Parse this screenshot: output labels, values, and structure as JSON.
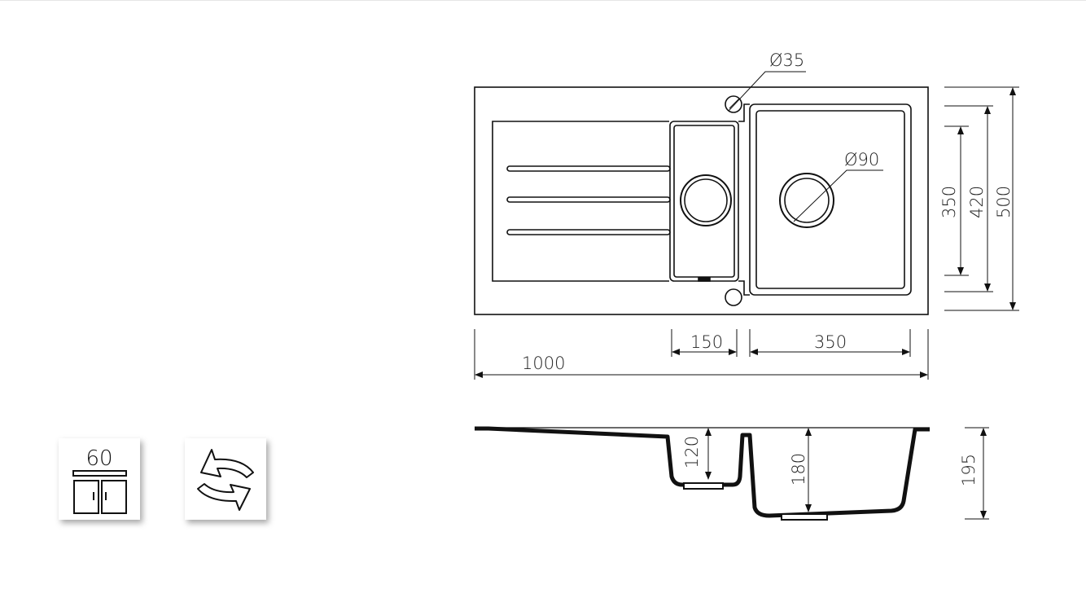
{
  "top_view": {
    "tap_hole_label": "Ø35",
    "drain_label": "Ø90",
    "dim_width_total": "1000",
    "dim_small_bowl_width": "150",
    "dim_large_bowl_width": "350",
    "dim_bowl_inner_depth": "350",
    "dim_bowl_outer_depth": "420",
    "dim_total_depth": "500"
  },
  "side_view": {
    "dim_small_bowl_depth": "120",
    "dim_large_bowl_depth": "180",
    "dim_total_height": "195"
  },
  "badges": {
    "cabinet_size": "60"
  }
}
